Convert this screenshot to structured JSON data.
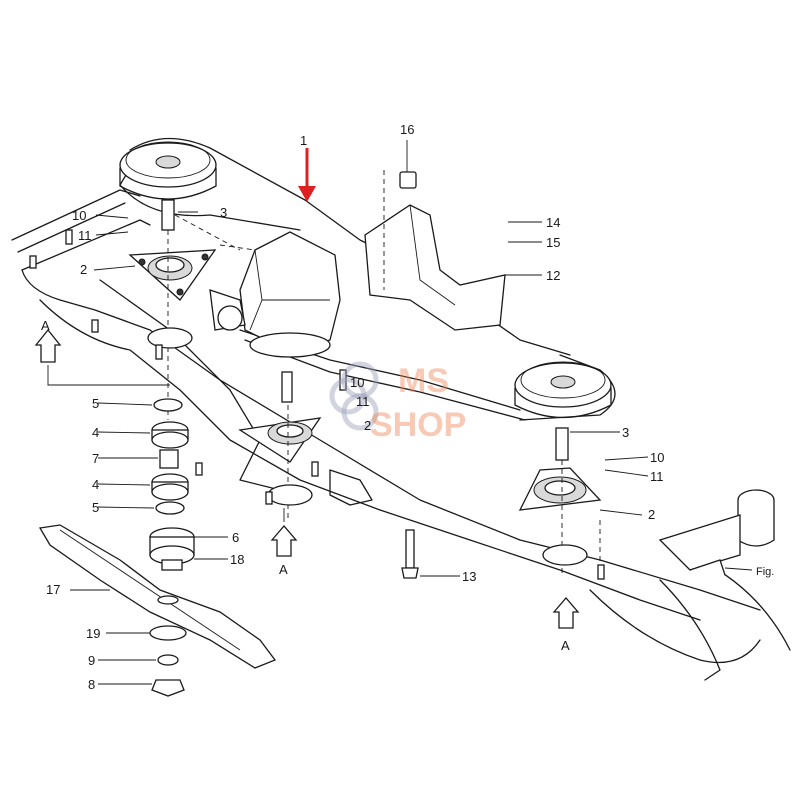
{
  "labels": {
    "p1": "1",
    "p2a": "2",
    "p2b": "2",
    "p2c": "2",
    "p3a": "3",
    "p3b": "3",
    "p4a": "4",
    "p4b": "4",
    "p5a": "5",
    "p5b": "5",
    "p6": "6",
    "p7": "7",
    "p8": "8",
    "p9": "9",
    "p10a": "10",
    "p10b": "10",
    "p10c": "10",
    "p11a": "11",
    "p11b": "11",
    "p11c": "11",
    "p12": "12",
    "p13": "13",
    "p14": "14",
    "p15": "15",
    "p16": "16",
    "p17": "17",
    "p18": "18",
    "p19": "19",
    "view_a1": "A",
    "view_a2": "A",
    "view_a3": "A",
    "fig": "Fig."
  },
  "watermark": {
    "line1": "MS",
    "line2": "SHOP"
  },
  "colors": {
    "highlight_arrow": "#e02020",
    "watermark": "#f08a5a"
  }
}
